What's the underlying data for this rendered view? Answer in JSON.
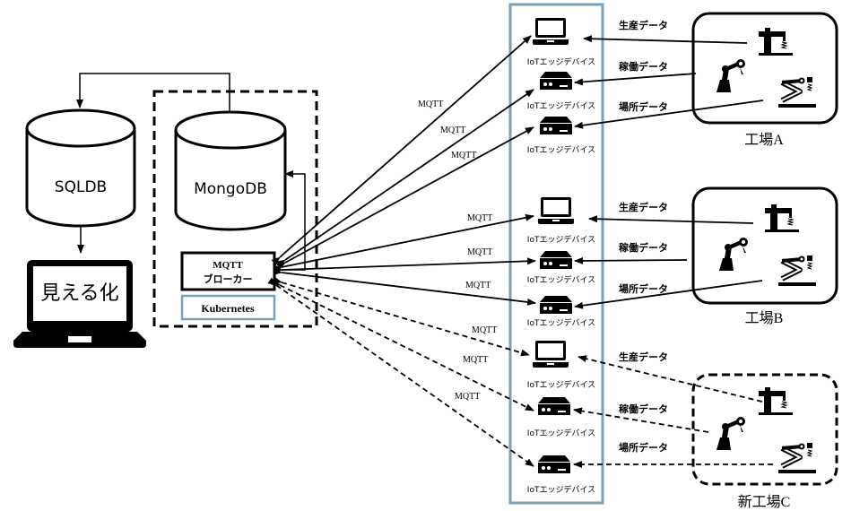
{
  "databases": {
    "sql": "SQLDB",
    "mongo": "MongoDB"
  },
  "visualization": "見える化",
  "broker": {
    "line1": "MQTT",
    "line2": "ブローカー"
  },
  "kubernetes": "Kubernetes",
  "protocol_label": "MQTT",
  "device_label": "IoTエッジデバイス",
  "data_labels": [
    "生産データ",
    "稼働データ",
    "場所データ"
  ],
  "factories": [
    {
      "name": "工場A",
      "connection": "solid"
    },
    {
      "name": "工場B",
      "connection": "solid"
    },
    {
      "name": "新工場C",
      "connection": "dashed"
    }
  ],
  "colors": {
    "device_column_border": "#7f9fb5",
    "kubernetes_border": "#7f9fb5",
    "line": "#000000"
  }
}
